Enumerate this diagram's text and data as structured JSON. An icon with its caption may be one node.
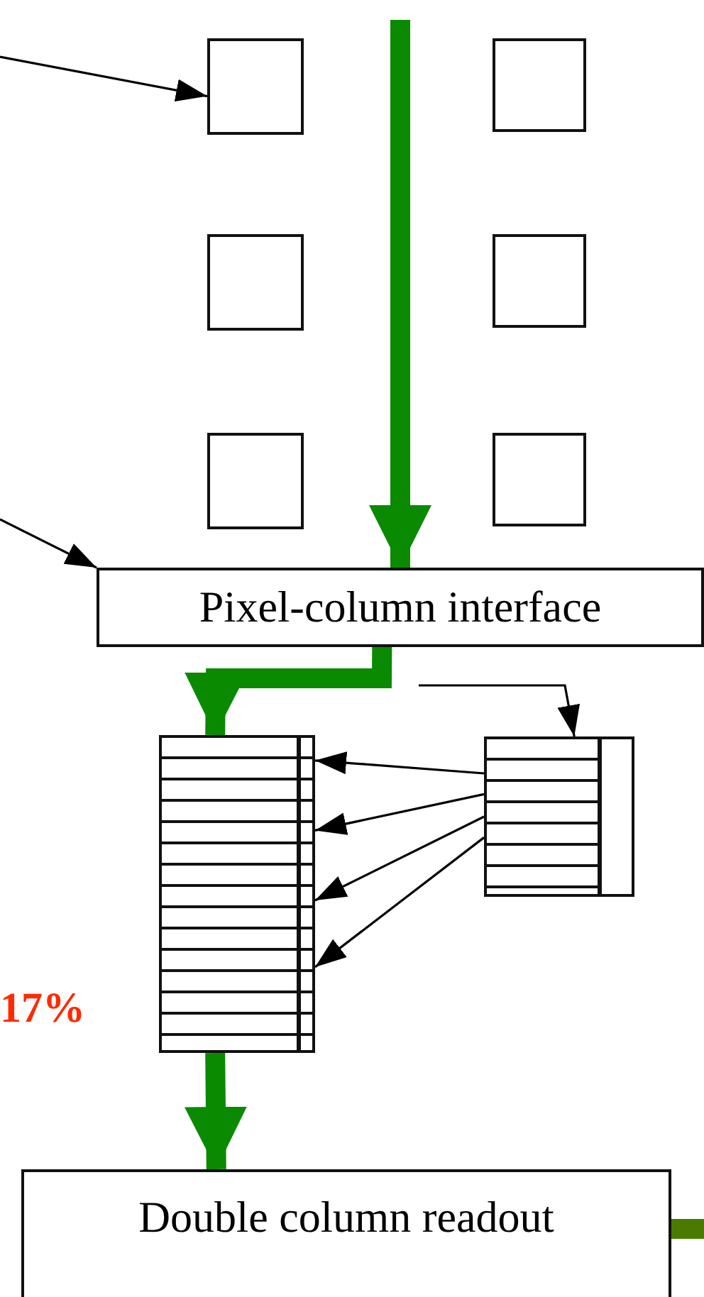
{
  "diagram": {
    "nodes": [
      {
        "text": [],
        "shape": "box"
      },
      {
        "text": [],
        "shape": "box"
      },
      {
        "text": [],
        "shape": "box"
      },
      {
        "text": [],
        "shape": "box"
      },
      {
        "text": [],
        "shape": "box"
      },
      {
        "text": [],
        "shape": "box"
      },
      {
        "text": [
          "Pixel-column interface"
        ]
      },
      {
        "text": [],
        "shape": "box"
      },
      {
        "text": [],
        "shape": "box"
      },
      {
        "text": [
          "Double column readout"
        ]
      }
    ],
    "edges": [
      {
        "from": null,
        "to": 0,
        "arrow": "to"
      },
      {
        "from": null,
        "to": 6,
        "arrow": "to"
      },
      {
        "from": null,
        "to": 6,
        "arrow": "to",
        "style": "thick",
        "color": "#0a8a00"
      },
      {
        "from": 6,
        "to": 7,
        "arrow": "to",
        "style": "thick",
        "color": "#0a8a00"
      },
      {
        "from": null,
        "to": 8,
        "arrow": "to"
      },
      {
        "from": 8,
        "to": 7,
        "arrow": "to"
      },
      {
        "from": 8,
        "to": 7,
        "arrow": "to"
      },
      {
        "from": 8,
        "to": 7,
        "arrow": "to"
      },
      {
        "from": 8,
        "to": 7,
        "arrow": "to"
      },
      {
        "from": 7,
        "to": 9,
        "arrow": "to",
        "style": "thick",
        "color": "#0a8a00"
      },
      {
        "from": 9,
        "to": null,
        "arrow": "none",
        "style": "thick",
        "color": "#4a7a00"
      }
    ],
    "labels": [
      "17%"
    ]
  }
}
